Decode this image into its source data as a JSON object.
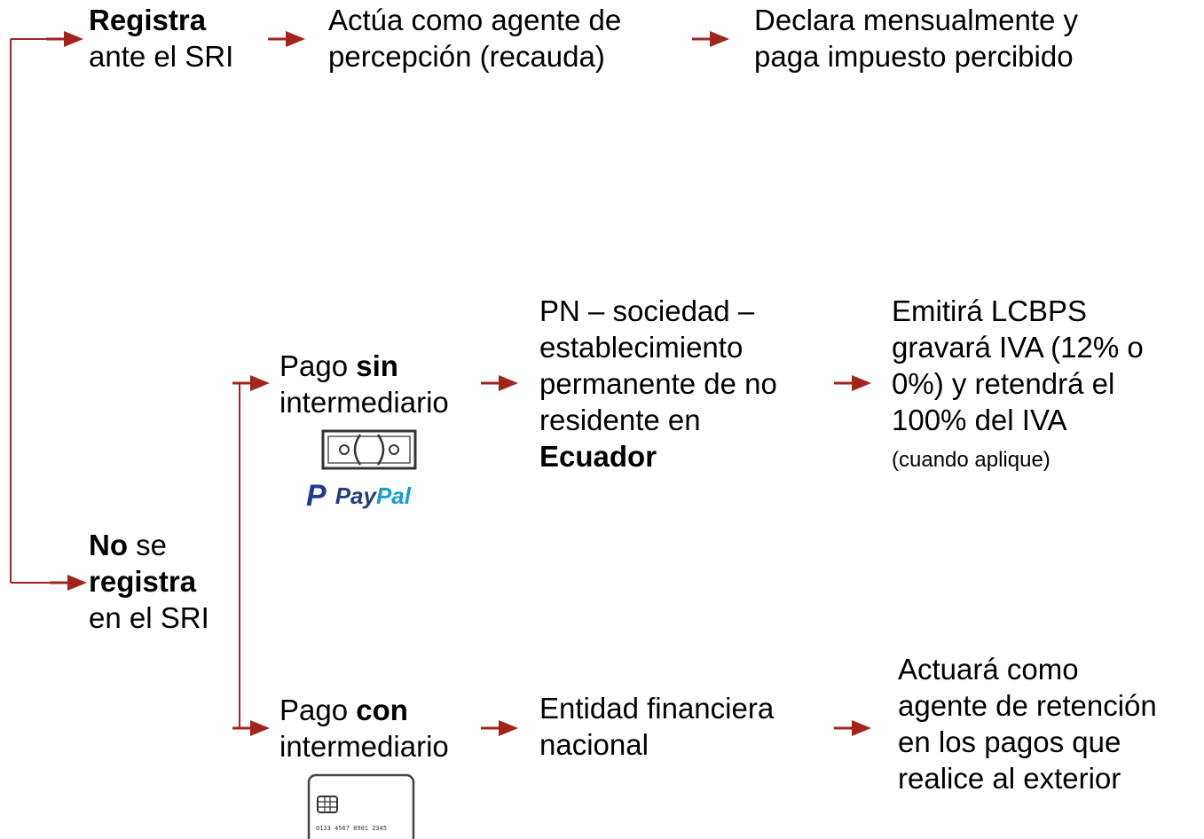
{
  "colors": {
    "arrow": "#a3241c",
    "line": "#a3241c"
  },
  "top_branch": {
    "registra_bold": "Registra",
    "registra_rest": "ante el SRI",
    "step1_line1": "Actúa como agente de",
    "step1_line2": "percepción (recauda)",
    "step2_line1": "Declara mensualmente y",
    "step2_line2": "paga impuesto percibido"
  },
  "bottom_branch": {
    "no_bold": "No",
    "se": " se",
    "registra_bold": "registra",
    "en_el_sri": "en el SRI"
  },
  "sin_intermediario": {
    "pago": "Pago ",
    "sin_bold": "sin",
    "intermediario": "intermediario",
    "icon": "bill-icon",
    "paypal_pay": "Pay",
    "paypal_pal": "Pal",
    "entity_lines": [
      "PN – sociedad –",
      "establecimiento",
      "permanente de no",
      "residente en"
    ],
    "entity_bold": "Ecuador",
    "result_lines": [
      "Emitirá LCBPS",
      "gravará IVA (12% o",
      "0%) y retendrá el",
      "100% del IVA"
    ],
    "result_note": "(cuando aplique)"
  },
  "con_intermediario": {
    "pago": "Pago ",
    "con_bold": "con",
    "intermediario": "intermediario",
    "icon": "credit-card-icon",
    "card_number": "0123 4567 8901 2345",
    "entity_line1": "Entidad financiera",
    "entity_line2": "nacional",
    "result_lines": [
      "Actuará como",
      "agente de retención",
      "en los pagos que",
      "realice al exterior"
    ]
  }
}
